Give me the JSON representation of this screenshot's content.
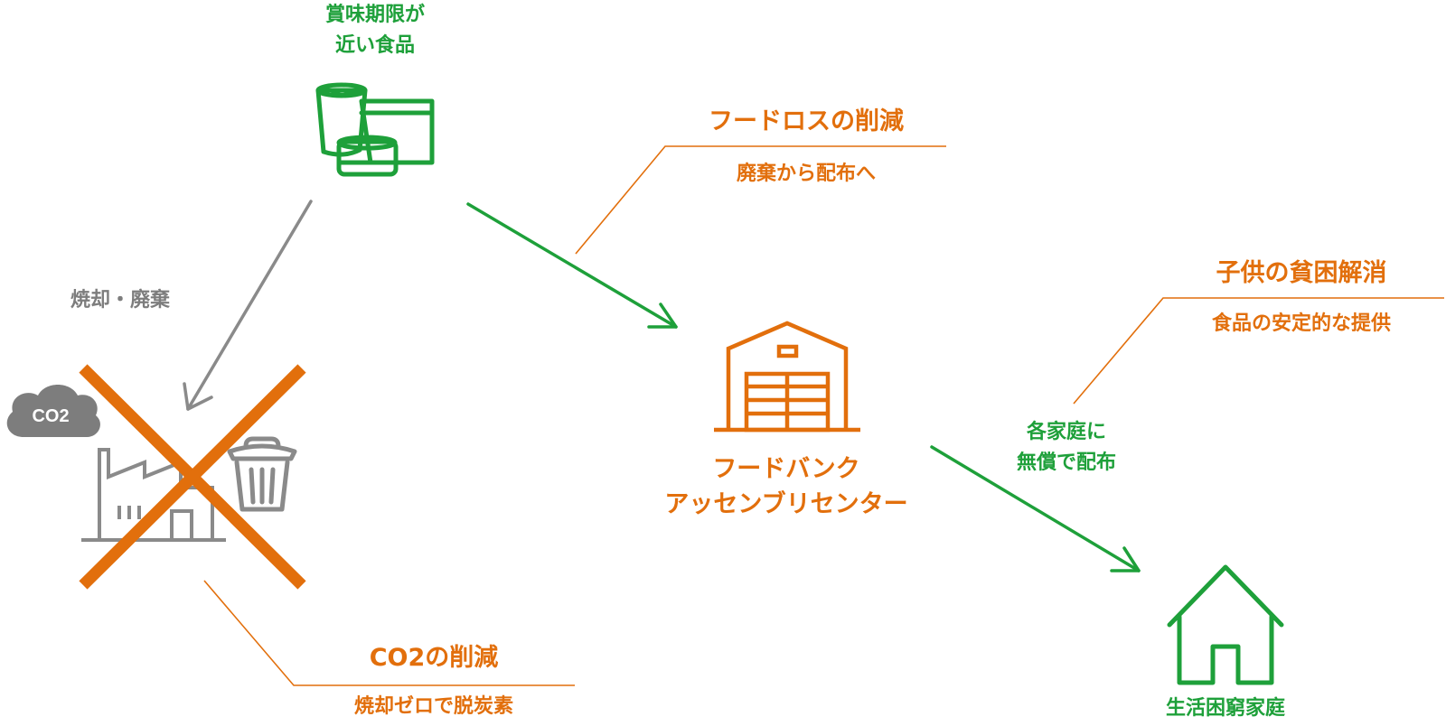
{
  "source_food": {
    "label_line1": "賞味期限が",
    "label_line2": "近い食品"
  },
  "disposal": {
    "label": "焼却・廃棄",
    "co2_cloud_text": "CO2"
  },
  "food_loss": {
    "title": "フードロスの削減",
    "subtitle": "廃棄から配布へ"
  },
  "food_bank": {
    "label_line1": "フードバンク",
    "label_line2": "アッセンブリセンター"
  },
  "distribution": {
    "label_line1": "各家庭に",
    "label_line2": "無償で配布"
  },
  "child_poverty": {
    "title": "子供の貧困解消",
    "subtitle": "食品の安定的な提供"
  },
  "destination": {
    "label": "生活困窮家庭"
  },
  "co2_reduction": {
    "title": "CO2の削減",
    "subtitle": "焼却ゼロで脱炭素"
  },
  "colors": {
    "green": "#1ea03a",
    "orange": "#e26f0c",
    "gray": "#7d7d7d"
  }
}
